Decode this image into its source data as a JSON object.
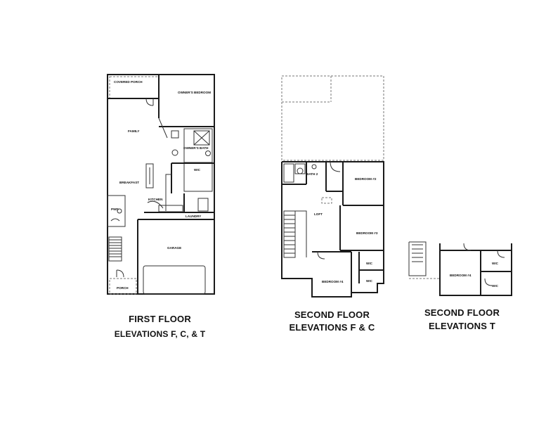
{
  "first_floor": {
    "title": "FIRST FLOOR",
    "subtitle": "ELEVATIONS F, C, & T",
    "rooms": {
      "covered_porch": "COVERED PORCH",
      "owners_bedroom": "OWNER'S BEDROOM",
      "family": "FAMILY",
      "owners_bath": "OWNER'S BATH",
      "wic": "WIC",
      "breakfast": "BREAKFAST",
      "kitchen": "KITCHEN",
      "pwd": "PWD",
      "laundry": "LAUNDRY",
      "garage": "GARAGE",
      "porch": "PORCH"
    }
  },
  "second_floor_fc": {
    "title": "SECOND FLOOR",
    "subtitle": "ELEVATIONS F & C",
    "rooms": {
      "bath2": "BATH 2",
      "bedroom2": "BEDROOM #2",
      "loft": "LOFT",
      "bedroom3": "BEDROOM #3",
      "wic_a": "WIC",
      "bedroom4": "BEDROOM #4",
      "wic_b": "WIC"
    }
  },
  "second_floor_t": {
    "title": "SECOND FLOOR",
    "subtitle": "ELEVATIONS T",
    "rooms": {
      "bedroom4": "BEDROOM #4",
      "wic_a": "WIC",
      "wic_b": "WIC"
    }
  }
}
